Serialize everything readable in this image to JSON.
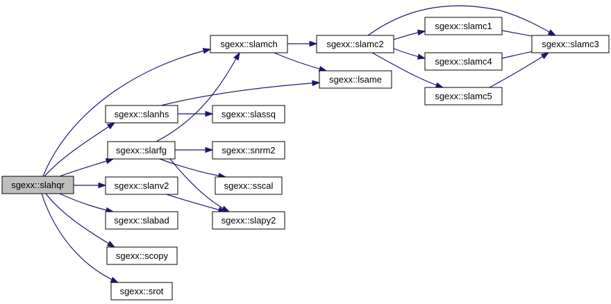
{
  "graph": {
    "title": "",
    "edge_color": "#191970",
    "root_fill": "#bfbfbf",
    "nodes": [
      {
        "id": "slahqr",
        "label": "sgexx::slahqr",
        "root": true
      },
      {
        "id": "slamch",
        "label": "sgexx::slamch"
      },
      {
        "id": "slamc2",
        "label": "sgexx::slamc2"
      },
      {
        "id": "slamc1",
        "label": "sgexx::slamc1"
      },
      {
        "id": "slamc3",
        "label": "sgexx::slamc3"
      },
      {
        "id": "slamc4",
        "label": "sgexx::slamc4"
      },
      {
        "id": "slamc5",
        "label": "sgexx::slamc5"
      },
      {
        "id": "lsame",
        "label": "sgexx::lsame"
      },
      {
        "id": "slanhs",
        "label": "sgexx::slanhs"
      },
      {
        "id": "slassq",
        "label": "sgexx::slassq"
      },
      {
        "id": "slarfg",
        "label": "sgexx::slarfg"
      },
      {
        "id": "snrm2",
        "label": "sgexx::snrm2"
      },
      {
        "id": "sscal",
        "label": "sgexx::sscal"
      },
      {
        "id": "slanv2",
        "label": "sgexx::slanv2"
      },
      {
        "id": "slapy2",
        "label": "sgexx::slapy2"
      },
      {
        "id": "slabad",
        "label": "sgexx::slabad"
      },
      {
        "id": "scopy",
        "label": "sgexx::scopy"
      },
      {
        "id": "srot",
        "label": "sgexx::srot"
      }
    ],
    "edges": [
      {
        "from": "slahqr",
        "to": "slamch"
      },
      {
        "from": "slahqr",
        "to": "slanhs"
      },
      {
        "from": "slahqr",
        "to": "slarfg"
      },
      {
        "from": "slahqr",
        "to": "slanv2"
      },
      {
        "from": "slahqr",
        "to": "slabad"
      },
      {
        "from": "slahqr",
        "to": "scopy"
      },
      {
        "from": "slahqr",
        "to": "srot"
      },
      {
        "from": "slamch",
        "to": "slamc2"
      },
      {
        "from": "slamch",
        "to": "lsame"
      },
      {
        "from": "slamc2",
        "to": "slamc1"
      },
      {
        "from": "slamc2",
        "to": "slamc3"
      },
      {
        "from": "slamc2",
        "to": "slamc4"
      },
      {
        "from": "slamc2",
        "to": "slamc5"
      },
      {
        "from": "slamc1",
        "to": "slamc3"
      },
      {
        "from": "slamc4",
        "to": "slamc3"
      },
      {
        "from": "slamc5",
        "to": "slamc3"
      },
      {
        "from": "slanhs",
        "to": "lsame"
      },
      {
        "from": "slanhs",
        "to": "slassq"
      },
      {
        "from": "slarfg",
        "to": "slamch"
      },
      {
        "from": "slarfg",
        "to": "snrm2"
      },
      {
        "from": "slarfg",
        "to": "sscal"
      },
      {
        "from": "slarfg",
        "to": "slapy2"
      },
      {
        "from": "slanv2",
        "to": "slapy2"
      }
    ]
  }
}
